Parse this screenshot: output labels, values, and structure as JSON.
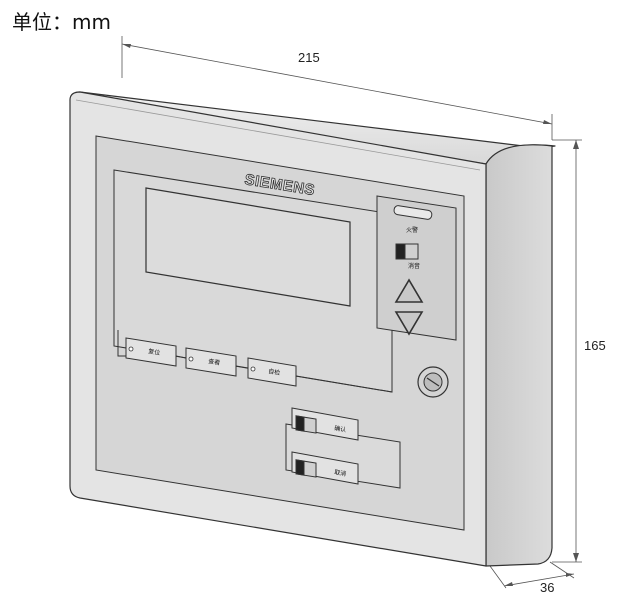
{
  "unit_label": "单位：mm",
  "dimensions": {
    "width": "215",
    "height": "165",
    "depth": "36"
  },
  "brand": "SIEMENS",
  "indicator_label": "火警",
  "silence_label": "消音",
  "panel_buttons": [
    "复位",
    "查看",
    "自检"
  ],
  "lower_buttons": [
    "确认",
    "取消"
  ],
  "icons": [
    "arrow-up-icon",
    "arrow-down-icon",
    "key-switch-icon"
  ],
  "colors": {
    "line": "#333333",
    "body": "#e6e6e6",
    "side": "#d2d2d2",
    "panel": "#d9d9d9"
  }
}
